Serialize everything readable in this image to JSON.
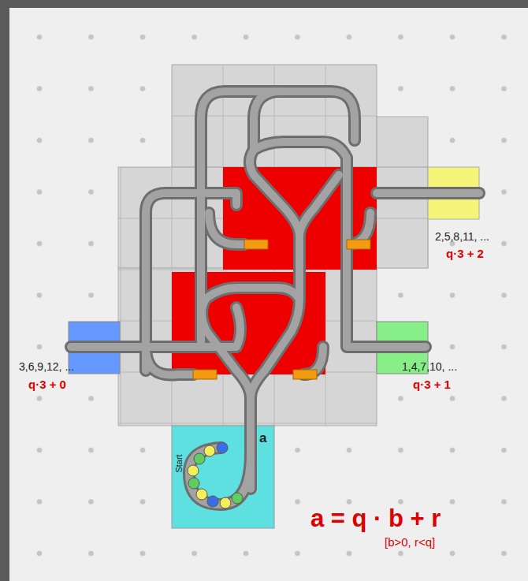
{
  "diagram": {
    "nodes": [
      {
        "text": [
          "Start"
        ]
      }
    ],
    "labels": [
      "2,5,8,11, ...",
      "q·3 + 2",
      "3,6,9,12, ...",
      "q·3 + 0",
      "1,4,7,10, ...",
      "q·3 + 1",
      "a",
      "a = q · b + r",
      "[b>0, r<q]"
    ]
  }
}
